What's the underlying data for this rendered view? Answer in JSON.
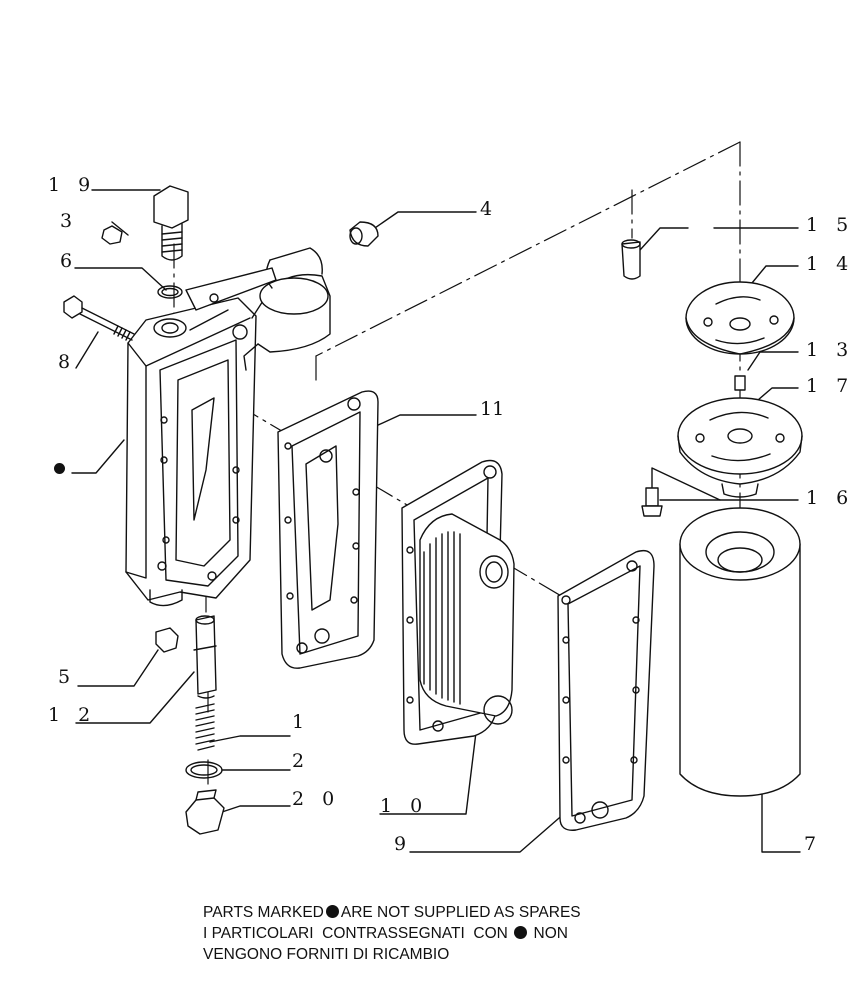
{
  "callouts": {
    "c19": "1 9",
    "c3": "3",
    "c4": "4",
    "c6": "6",
    "c8": "8",
    "c15": "1 5",
    "c14": "1 4",
    "c13": "1 3",
    "c17": "1 7",
    "c11": "11",
    "c16": "1 6",
    "c5": "5",
    "c12": "1 2",
    "c1": "1",
    "c2": "2",
    "c20": "2 0",
    "c10": "1 0",
    "c9": "9",
    "c7": "7"
  },
  "note": {
    "line1_a": "PARTS MARKED",
    "line1_b": "ARE NOT SUPPLIED AS SPARES",
    "line2_a": "I PARTICOLARI  CONTRASSEGNATI  CON",
    "line2_b": "NON",
    "line3": "VENGONO FORNITI DI RICAMBIO"
  }
}
